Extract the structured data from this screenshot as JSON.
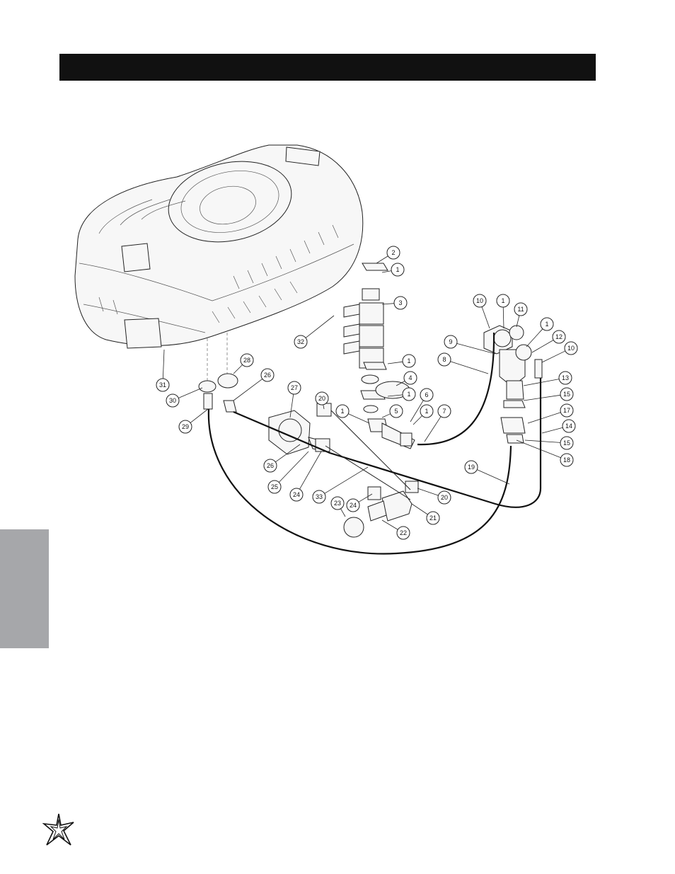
{
  "page": {
    "title_bar_text": ""
  },
  "diagram": {
    "callouts": [
      {
        "id": "c-2",
        "label": "2"
      },
      {
        "id": "c-1a",
        "label": "1"
      },
      {
        "id": "c-3",
        "label": "3"
      },
      {
        "id": "c-32",
        "label": "32"
      },
      {
        "id": "c-1b",
        "label": "1"
      },
      {
        "id": "c-4",
        "label": "4"
      },
      {
        "id": "c-1c",
        "label": "1"
      },
      {
        "id": "c-6",
        "label": "6"
      },
      {
        "id": "c-5",
        "label": "5"
      },
      {
        "id": "c-1d",
        "label": "1"
      },
      {
        "id": "c-7",
        "label": "7"
      },
      {
        "id": "c-1e",
        "label": "1"
      },
      {
        "id": "c-10a",
        "label": "10"
      },
      {
        "id": "c-1f",
        "label": "1"
      },
      {
        "id": "c-11",
        "label": "11"
      },
      {
        "id": "c-1g",
        "label": "1"
      },
      {
        "id": "c-12",
        "label": "12"
      },
      {
        "id": "c-10b",
        "label": "10"
      },
      {
        "id": "c-9",
        "label": "9"
      },
      {
        "id": "c-8",
        "label": "8"
      },
      {
        "id": "c-13",
        "label": "13"
      },
      {
        "id": "c-15a",
        "label": "15"
      },
      {
        "id": "c-17",
        "label": "17"
      },
      {
        "id": "c-14",
        "label": "14"
      },
      {
        "id": "c-15b",
        "label": "15"
      },
      {
        "id": "c-18",
        "label": "18"
      },
      {
        "id": "c-19",
        "label": "19"
      },
      {
        "id": "c-31",
        "label": "31"
      },
      {
        "id": "c-28",
        "label": "28"
      },
      {
        "id": "c-26a",
        "label": "26"
      },
      {
        "id": "c-30",
        "label": "30"
      },
      {
        "id": "c-29",
        "label": "29"
      },
      {
        "id": "c-27",
        "label": "27"
      },
      {
        "id": "c-20a",
        "label": "20"
      },
      {
        "id": "c-26b",
        "label": "26"
      },
      {
        "id": "c-25",
        "label": "25"
      },
      {
        "id": "c-24a",
        "label": "24"
      },
      {
        "id": "c-33",
        "label": "33"
      },
      {
        "id": "c-24b",
        "label": "24"
      },
      {
        "id": "c-23",
        "label": "23"
      },
      {
        "id": "c-20b",
        "label": "20"
      },
      {
        "id": "c-21",
        "label": "21"
      },
      {
        "id": "c-22",
        "label": "22"
      }
    ]
  },
  "colors": {
    "title_bar": "#111111",
    "side_tab": "#a6a7aa",
    "line": "#222222"
  },
  "footer": {
    "logo_icon": "star-logo-icon"
  }
}
